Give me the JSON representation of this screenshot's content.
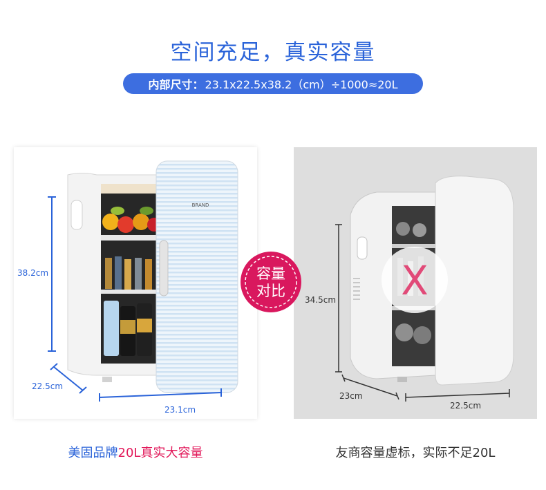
{
  "header": {
    "title": "空间充足，真实容量",
    "spec_label": "内部尺寸：",
    "spec_value": "23.1x22.5x38.2（cm）÷1000≈20L"
  },
  "badge": {
    "line1": "容量",
    "line2": "对比",
    "color": "#d9185e"
  },
  "left_panel": {
    "dim_height": "38.2cm",
    "dim_depth": "22.5cm",
    "dim_width": "23.1cm",
    "door_brand_text": "BRAND",
    "caption_prefix": "美固品牌",
    "caption_highlight": "20L真实大容量",
    "accent_color": "#2a63d9"
  },
  "right_panel": {
    "dim_height": "34.5cm",
    "dim_depth": "23cm",
    "dim_width": "22.5cm",
    "mark": "X",
    "caption": "友商容量虚标，实际不足20L"
  }
}
